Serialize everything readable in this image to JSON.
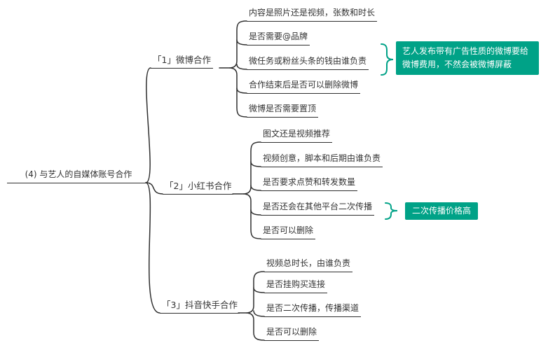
{
  "colors": {
    "accent": "#00A287",
    "line": "#2F2F2F",
    "text": "#333333"
  },
  "root": {
    "label": "(4) 与艺人的自媒体账号合作"
  },
  "branches": [
    {
      "label": "「1」微博合作",
      "children": [
        "内容是照片还是视频，张数和时长",
        "是否需要@品牌",
        "微任务或粉丝头条的钱由谁负责",
        "合作结束后是否可以删除微博",
        "微博是否需要置顶"
      ]
    },
    {
      "label": "「2」小红书合作",
      "children": [
        "图文还是视频推荐",
        "视频创意，脚本和后期由谁负责",
        "是否要求点赞和转发数量",
        "是否还会在其他平台二次传播",
        "是否可以删除"
      ]
    },
    {
      "label": "「3」抖音快手合作",
      "children": [
        "视频总时长，由谁负责",
        "是否挂购买连接",
        "是否二次传播，传播渠道",
        "是否可以删除"
      ]
    }
  ],
  "annotations": [
    {
      "label": "艺人发布带有广告性质的微博要给微博费用，不然会被微博屏蔽"
    },
    {
      "label": "二次传播价格高"
    }
  ]
}
